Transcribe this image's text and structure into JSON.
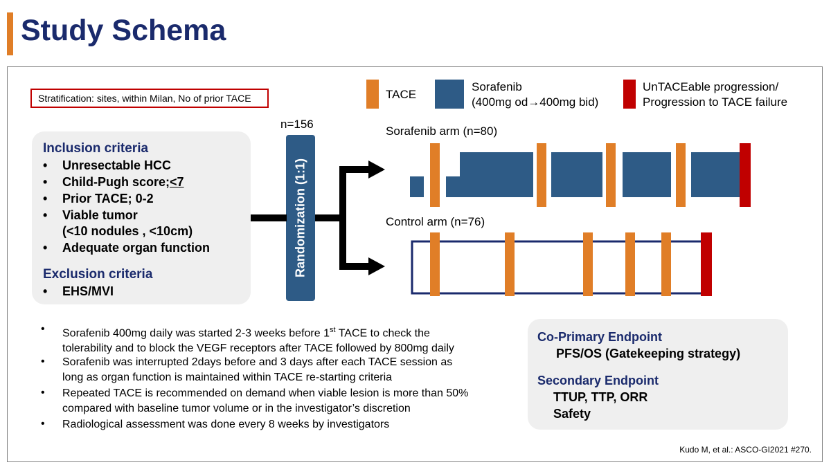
{
  "title": "Study Schema",
  "stratification": "Stratification: sites, within Milan, No of prior TACE",
  "inclusion": {
    "heading": "Inclusion criteria",
    "items": [
      "Unresectable HCC",
      "Child-Pugh score;",
      "Prior TACE; 0-2",
      "Viable tumor",
      "Adequate organ function"
    ],
    "child_pugh_value": "<7",
    "viable_tumor_detail": "(<10 nodules , <10cm)"
  },
  "exclusion": {
    "heading": "Exclusion criteria",
    "items": [
      "EHS/MVI"
    ]
  },
  "bullet_glyph": "•",
  "randomization": {
    "n": "n=156",
    "label": "Randomization (1:1)"
  },
  "legend": {
    "tace": "TACE",
    "sorafenib_line1": "Sorafenib",
    "sorafenib_line2": "(400mg od→400mg bid)",
    "progression_line1": "UnTACEable progression/",
    "progression_line2": "Progression to TACE failure"
  },
  "arms": {
    "sorafenib": "Sorafenib arm (n=80)",
    "control": "Control arm (n=76)"
  },
  "colors": {
    "tace": "#e07e27",
    "sorafenib": "#2e5b86",
    "progression": "#c00000",
    "navy": "#1a2a6c"
  },
  "notes": [
    {
      "l1a": "Sorafenib 400mg daily was started 2-3 weeks before 1",
      "sup": "st",
      "l1b": " TACE to check the",
      "l2": "tolerability and to block the VEGF receptors after TACE followed by 800mg daily"
    },
    {
      "l1": "Sorafenib was interrupted 2days before and 3 days after each TACE session as",
      "l2": "long as organ function is maintained within TACE re-starting criteria"
    },
    {
      "l1": "Repeated TACE is recommended on demand when viable lesion is more than 50%",
      "l2": "compared with baseline tumor volume or in the investigator’s discretion"
    },
    {
      "l1": "Radiological assessment was done every 8 weeks by investigators"
    }
  ],
  "endpoints": {
    "primary_heading": "Co-Primary Endpoint",
    "primary_value": "PFS/OS (Gatekeeping strategy)",
    "secondary_heading": "Secondary Endpoint",
    "secondary_value1": "TTUP, TTP, ORR",
    "secondary_value2": "Safety"
  },
  "citation": "Kudo M, et al.: ASCO-GI2021 #270."
}
